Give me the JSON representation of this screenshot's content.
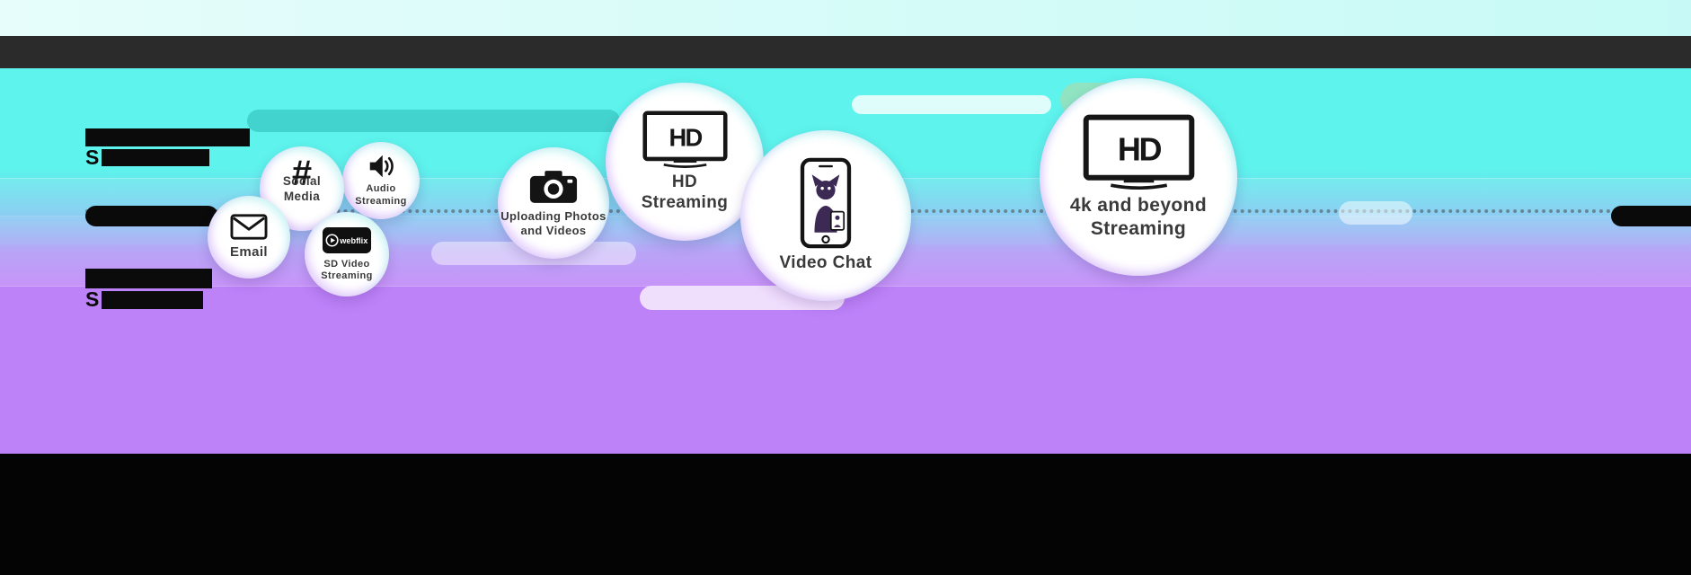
{
  "colors": {
    "cyan": "#5ef3ec",
    "purple": "#bd82f8",
    "dark_bar": "#2b2b2b",
    "bottom_band": "#040404",
    "bubble_fill": "#ffffff",
    "label_text": "#3a3a3a"
  },
  "redacted": {
    "top_prefix": "S",
    "bottom_prefix": "S"
  },
  "bubbles": [
    {
      "name": "email",
      "label": "Email"
    },
    {
      "name": "social-media",
      "label": "Social\nMedia",
      "glyph": "#"
    },
    {
      "name": "audio-streaming",
      "label": "Audio\nStreaming"
    },
    {
      "name": "sd-video-streaming",
      "label": "SD Video\nStreaming",
      "badge": "webflix"
    },
    {
      "name": "uploading-photos-and-videos",
      "label": "Uploading Photos\nand Videos"
    },
    {
      "name": "hd-streaming",
      "label": "HD\nStreaming",
      "tv_text": "HD"
    },
    {
      "name": "video-chat",
      "label": "Video Chat"
    },
    {
      "name": "4k-and-beyond-streaming",
      "label": "4k and beyond\nStreaming",
      "tv_text": "HD"
    }
  ]
}
